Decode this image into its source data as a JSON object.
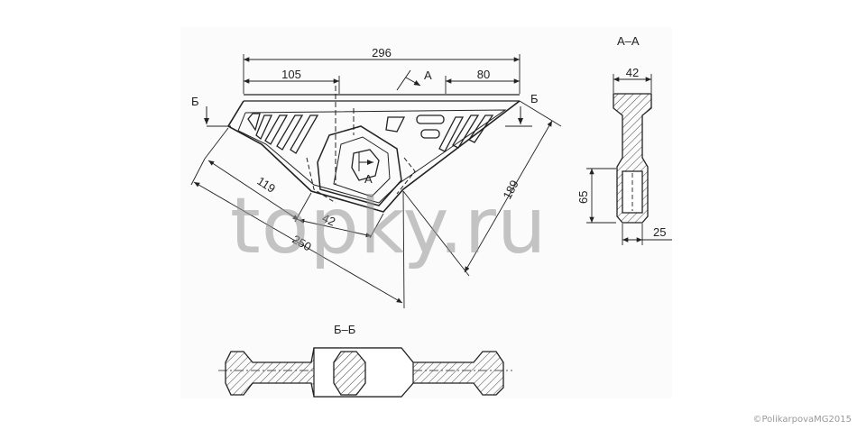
{
  "titles": {
    "section_aa": "А–А",
    "section_bb": "Б–Б"
  },
  "dimensions": {
    "overall_width": "296",
    "left_segment": "105",
    "right_segment": "80",
    "edge_119": "119",
    "edge_42": "42",
    "edge_250": "250",
    "diagonal_189": "189",
    "profile_width": "42",
    "profile_65": "65",
    "profile_25": "25"
  },
  "section_marks": {
    "a_top": "А",
    "a_bottom": "А",
    "b_left": "Б",
    "b_right": "Б"
  },
  "watermark": "topky.ru",
  "credit": "©PolikarpovaMG2015"
}
